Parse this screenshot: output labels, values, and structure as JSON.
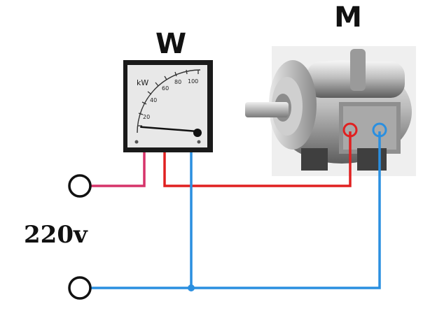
{
  "labels": {
    "meter": "W",
    "motor": "M",
    "supply": "220v"
  },
  "meter": {
    "unit": "kW",
    "scale": [
      "20",
      "40",
      "60",
      "80",
      "100"
    ],
    "reading_fraction": 0.05
  },
  "colors": {
    "live_wire": "#d6336a",
    "red_wire": "#e02020",
    "blue_wire": "#2a8fe0",
    "terminal": "#111111"
  }
}
